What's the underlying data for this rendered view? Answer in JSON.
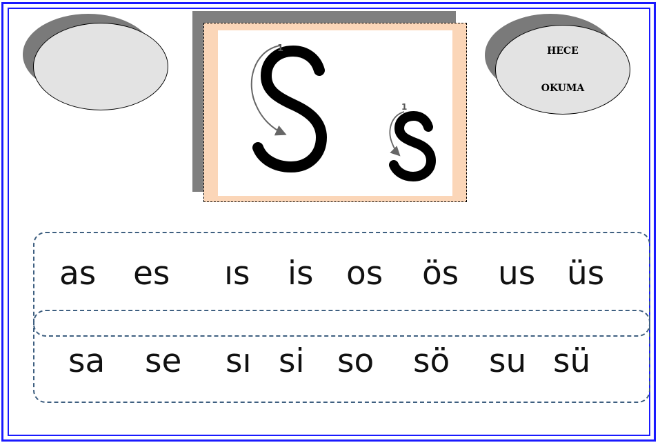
{
  "title_badge": {
    "line1": "HECE",
    "line2": "OKUMA"
  },
  "letter": {
    "upper": "S",
    "lower": "s",
    "stroke_number_upper": "1",
    "stroke_number_lower": "1"
  },
  "row1": [
    "as",
    "es",
    "ıs",
    "is",
    "os",
    "ös",
    "us",
    "üs"
  ],
  "row2": [
    "sa",
    "se",
    "sı",
    "si",
    "so",
    "sö",
    "su",
    "sü"
  ],
  "colors": {
    "frame": "#1a1aff",
    "card_frame": "#fbd6b8",
    "dashed_box": "#3e5f80",
    "oval_fill": "#e3e3e3"
  }
}
